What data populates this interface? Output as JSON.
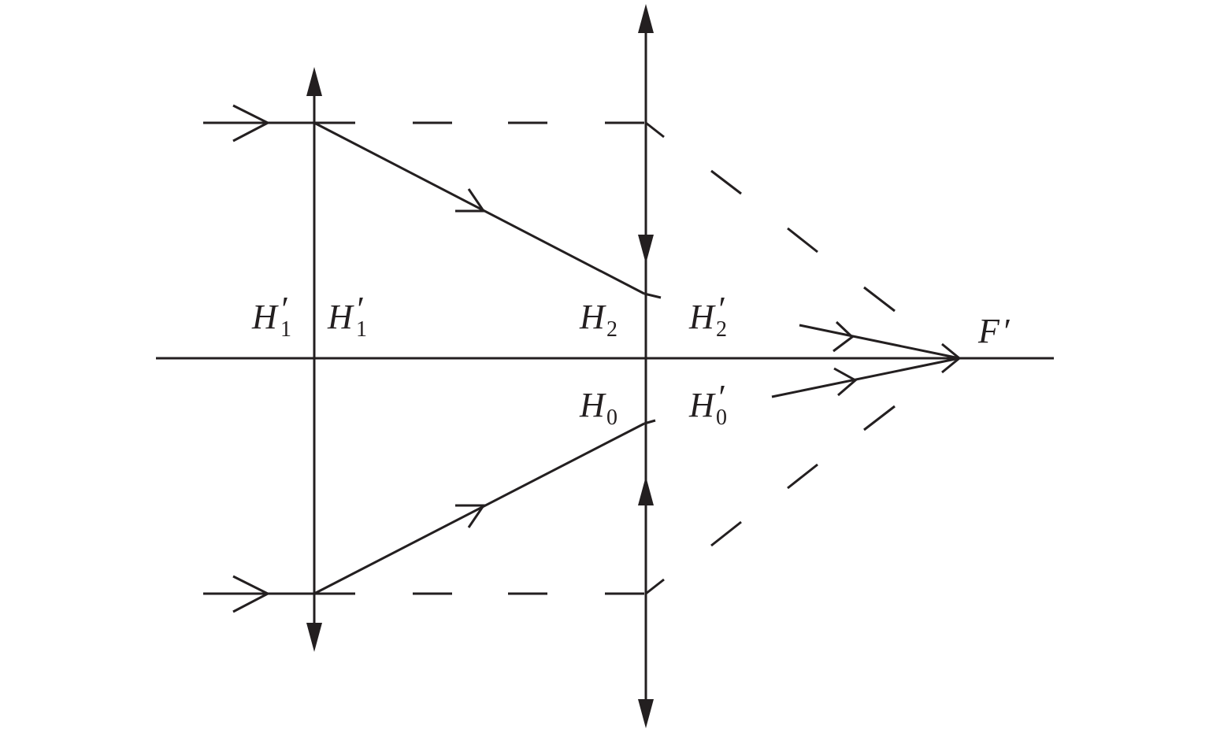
{
  "labels": {
    "h1_left": {
      "main": "H",
      "sub": "1",
      "prime": "′"
    },
    "h1_right": {
      "main": "H",
      "sub": "1",
      "prime": "′"
    },
    "h2": {
      "main": "H",
      "sub": "2"
    },
    "h2_prime": {
      "main": "H",
      "sub": "2",
      "prime": "′"
    },
    "h0": {
      "main": "H",
      "sub": "0"
    },
    "h0_prime": {
      "main": "H",
      "sub": "0",
      "prime": "′"
    },
    "f_prime": {
      "main": "F",
      "prime": "′"
    }
  },
  "colors": {
    "ink": "#231f20",
    "background": "#ffffff"
  }
}
